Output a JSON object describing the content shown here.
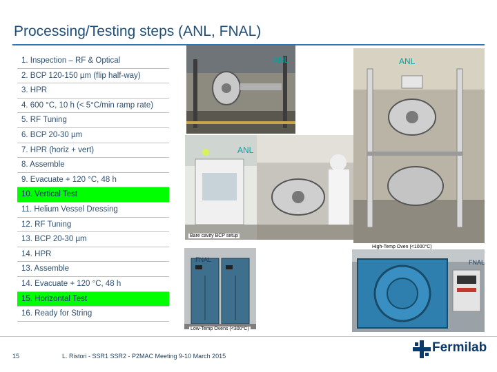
{
  "title": "Processing/Testing steps (ANL, FNAL)",
  "steps": [
    {
      "label": "1.  Inspection – RF & Optical",
      "highlight": false
    },
    {
      "label": "2.  BCP 120-150 µm (flip half-way)",
      "highlight": false
    },
    {
      "label": "3.  HPR",
      "highlight": false
    },
    {
      "label": "4.  600 °C, 10 h (< 5°C/min ramp rate)",
      "highlight": false
    },
    {
      "label": "5.    RF Tuning",
      "highlight": false
    },
    {
      "label": "6.    BCP 20-30 µm",
      "highlight": false
    },
    {
      "label": "7.    HPR (horiz + vert)",
      "highlight": false
    },
    {
      "label": "8.    Assemble",
      "highlight": false
    },
    {
      "label": "9.    Evacuate + 120 °C, 48 h",
      "highlight": false
    },
    {
      "label": "10.  Vertical Test",
      "highlight": true
    },
    {
      "label": "11.   Helium Vessel Dressing",
      "highlight": false
    },
    {
      "label": "12.   RF Tuning",
      "highlight": false
    },
    {
      "label": "13.   BCP 20-30 µm",
      "highlight": false
    },
    {
      "label": "14.   HPR",
      "highlight": false
    },
    {
      "label": "13.   Assemble",
      "highlight": false
    },
    {
      "label": "14.   Evacuate + 120 °C, 48 h",
      "highlight": false
    },
    {
      "label": "15.   Horizontal Test",
      "highlight": true
    },
    {
      "label": "16.   Ready for String",
      "highlight": false
    }
  ],
  "photos": {
    "anl_label_1": "ANL",
    "anl_label_2": "ANL",
    "anl_label_3": "ANL",
    "bcp_caption": "Bare cavity BCP setup",
    "fnal_label_1": "FNAL",
    "fnal_label_2": "FNAL",
    "low_temp_caption": "Low-Temp Ovens (<300°C)",
    "high_temp_caption": "High-Temp Oven (<1000°C)"
  },
  "footer": {
    "page_number": "15",
    "text": "L. Ristori -  SSR1 SSR2 - P2MAC Meeting 9-10 March 2015",
    "logo_text": "Fermilab"
  },
  "colors": {
    "title": "#1f4e79",
    "highlight": "#00ff00",
    "anl_label": "#00a3a3",
    "logo": "#0b3a6a"
  }
}
